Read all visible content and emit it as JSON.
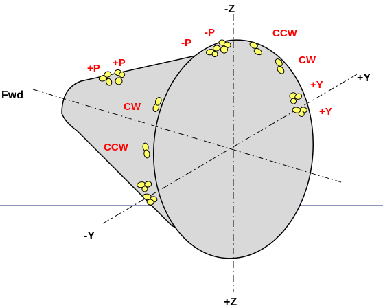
{
  "colors": {
    "cone_fill": "#d9d9d9",
    "outline": "#000000",
    "thruster_fill": "#ffff66",
    "label_red": "#ff0000",
    "horizon_line": "#1f2f7a"
  },
  "axes": {
    "fwd": "Fwd",
    "minus_z": "-Z",
    "plus_z": "+Z",
    "plus_y": "+Y",
    "minus_y": "-Y"
  },
  "thruster_labels": {
    "plus_p_1": "+P",
    "plus_p_2": "+P",
    "minus_p_1": "-P",
    "minus_p_2": "-P",
    "ccw_top": "CCW",
    "cw_top": "CW",
    "plus_y_1": "+Y",
    "plus_y_2": "+Y",
    "cw_left": "CW",
    "ccw_left": "CCW"
  },
  "thruster_icon": "thruster-nozzle-icon"
}
